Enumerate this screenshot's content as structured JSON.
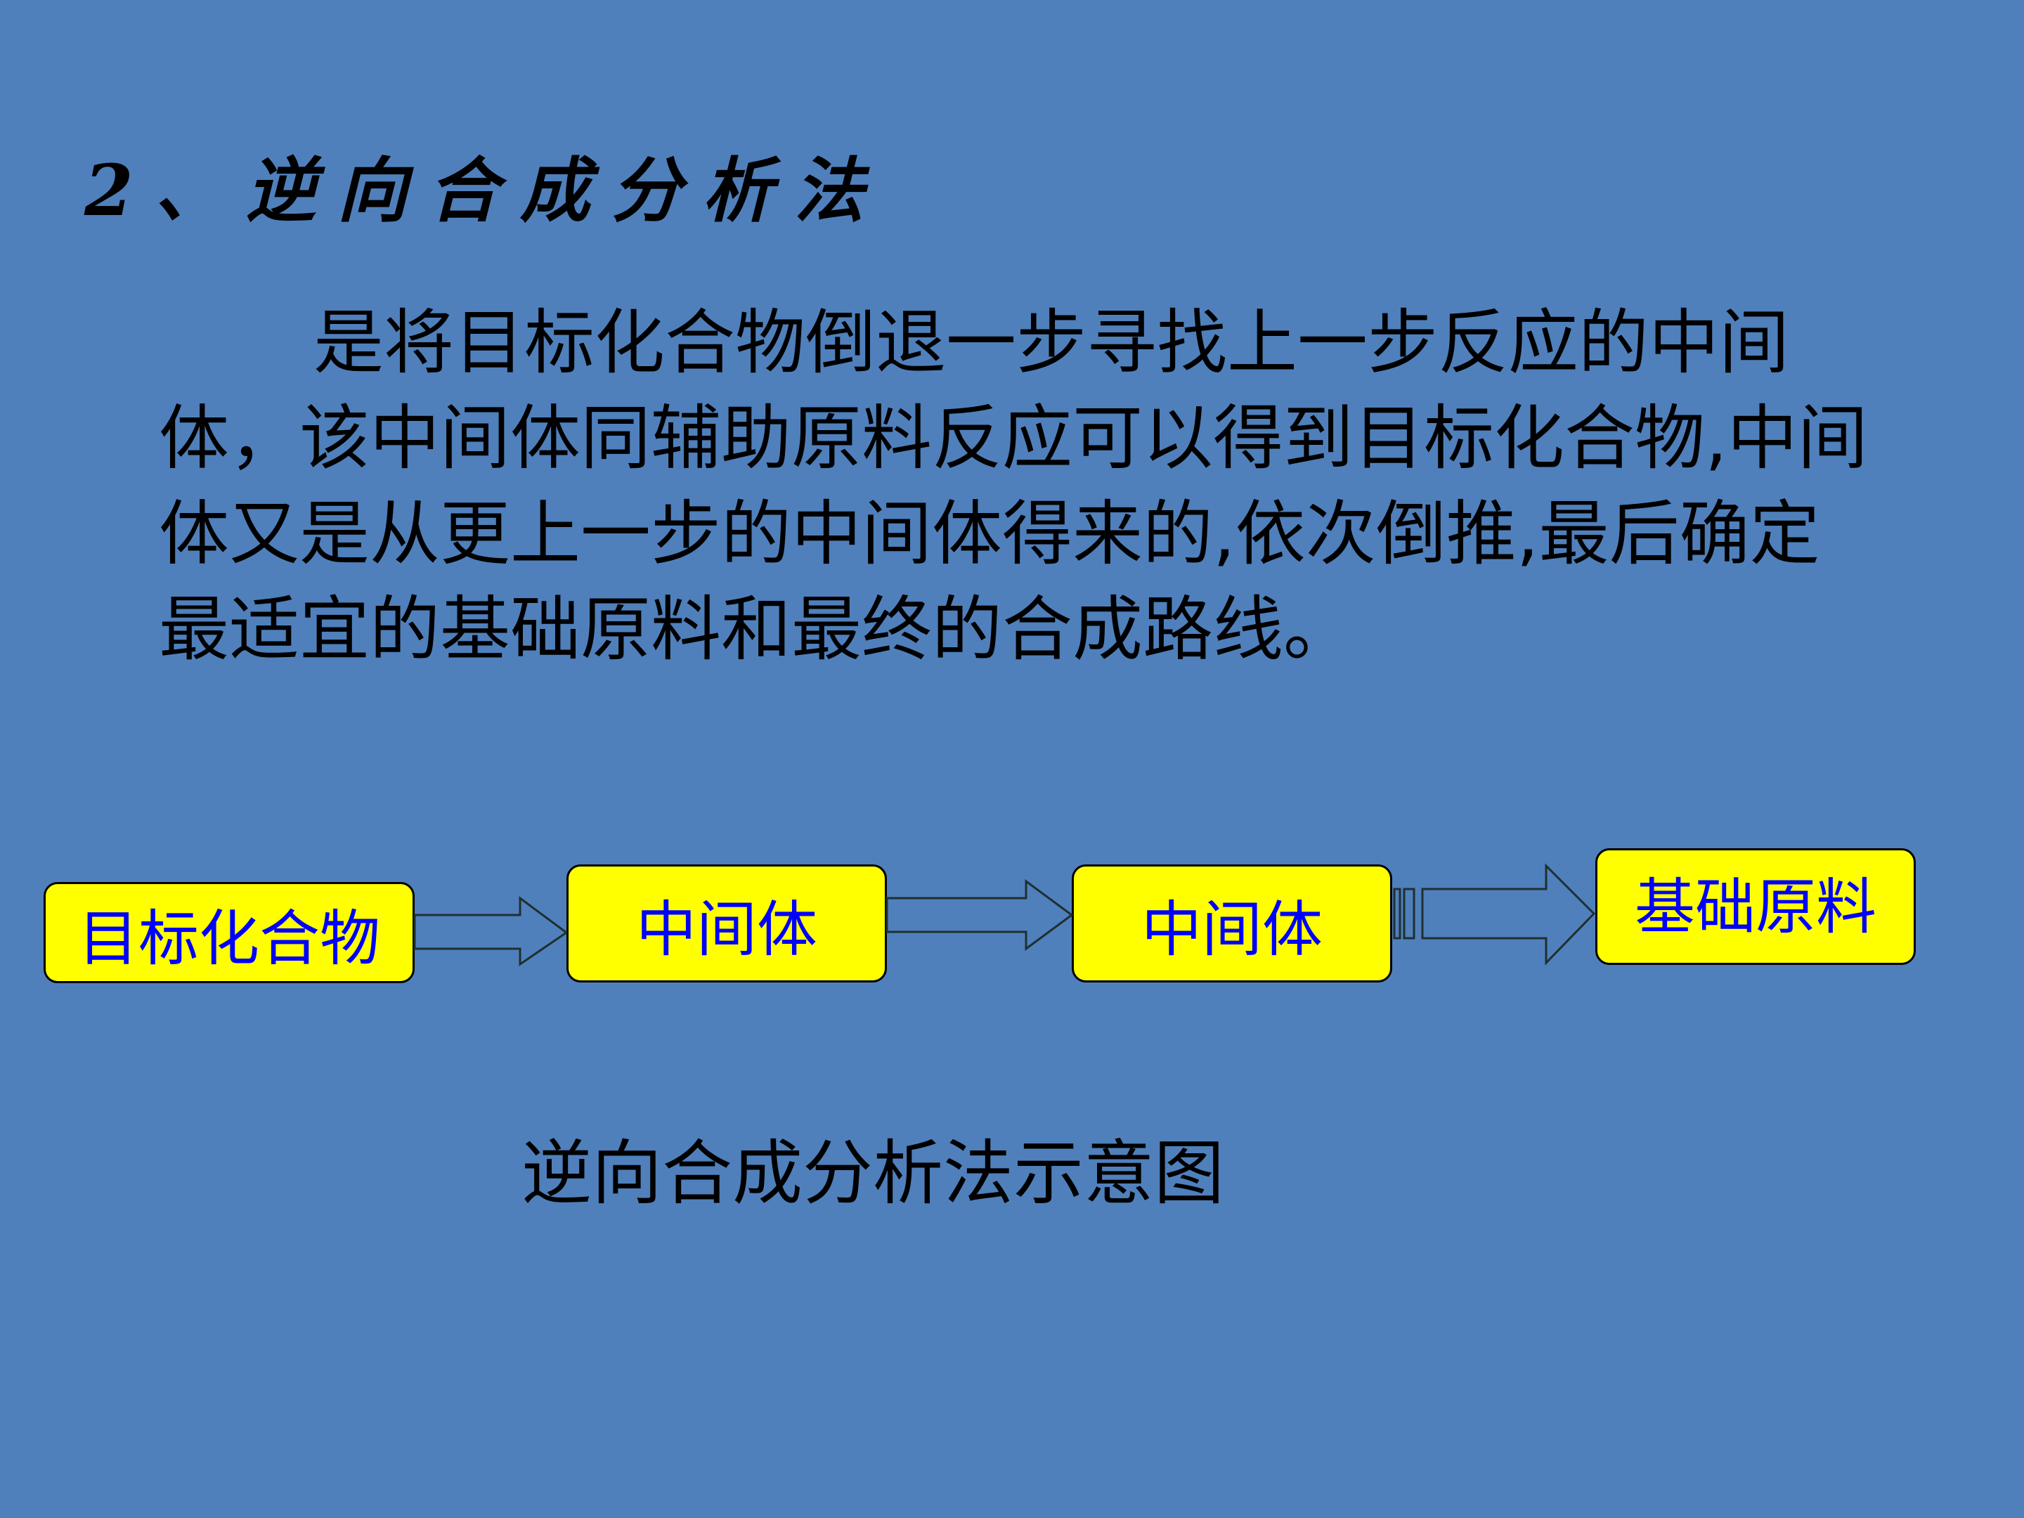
{
  "slide": {
    "title": "2、逆向合成分析法",
    "body": "是将目标化合物倒退一步寻找上一步反应的中间体，该中间体同辅助原料反应可以得到目标化合物,中间体又是从更上一步的中间体得来的,依次倒推,最后确定最适宜的基础原料和最终的合成路线。",
    "caption": "逆向合成分析法示意图"
  },
  "diagram": {
    "nodes": [
      {
        "label": "目标化合物"
      },
      {
        "label": "中间体"
      },
      {
        "label": "中间体"
      },
      {
        "label": "基础原料"
      }
    ]
  },
  "colors": {
    "background": "#4f80bc",
    "node_fill": "#ffff00",
    "node_text": "#0000ff",
    "arrow_stroke": "#1f2f2f"
  },
  "icons": {
    "arrows": [
      "right-block-arrow-icon",
      "right-block-arrow-icon",
      "striped-right-block-arrow-icon"
    ]
  }
}
